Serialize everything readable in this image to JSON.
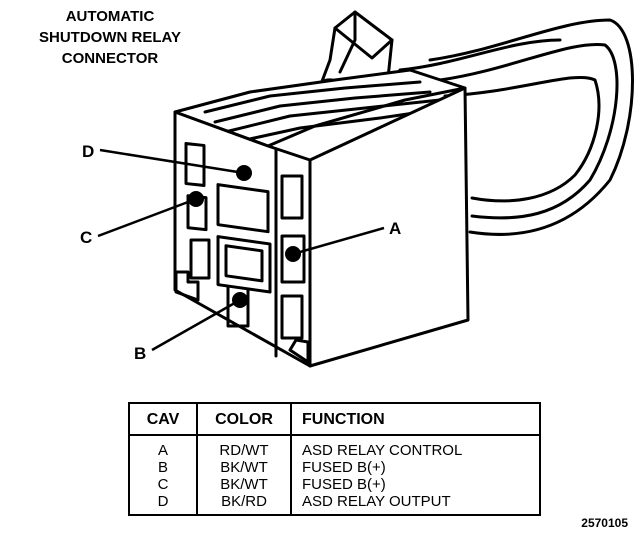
{
  "title": {
    "line1": "AUTOMATIC",
    "line2": "SHUTDOWN RELAY",
    "line3": "CONNECTOR"
  },
  "callouts": {
    "a": "A",
    "b": "B",
    "c": "C",
    "d": "D"
  },
  "table": {
    "headers": [
      "CAV",
      "COLOR",
      "FUNCTION"
    ],
    "rows": [
      {
        "cav": "A",
        "color": "RD/WT",
        "function": "ASD RELAY CONTROL"
      },
      {
        "cav": "B",
        "color": "BK/WT",
        "function": "FUSED B(+)"
      },
      {
        "cav": "C",
        "color": "BK/WT",
        "function": "FUSED B(+)"
      },
      {
        "cav": "D",
        "color": "BK/RD",
        "function": "ASD RELAY OUTPUT"
      }
    ]
  },
  "figure_id": "2570105"
}
